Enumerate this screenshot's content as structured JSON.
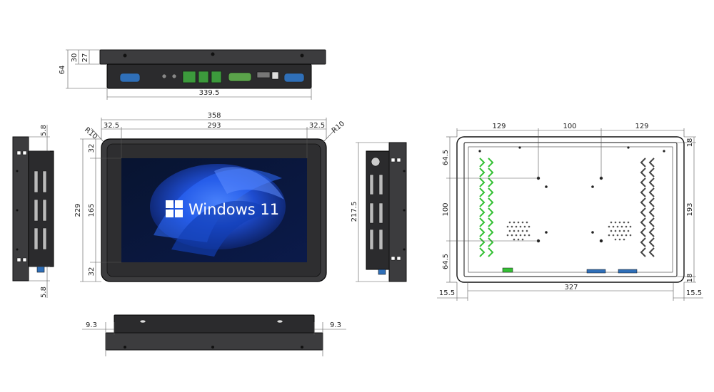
{
  "screen": {
    "logo_text": "Windows 11"
  },
  "colors": {
    "body": "#3c3c3e",
    "bezel": "#2b2b2d",
    "screen_bg": "#0b1a4a",
    "bloom": "#1f4fd8",
    "vent": "#35c035",
    "port_blue": "#2f6fb8"
  },
  "dims": {
    "top": {
      "h_total": "64",
      "h_upper": "30",
      "h_flange": "27",
      "width": "339.5"
    },
    "front": {
      "width_total": "358",
      "width_screen": "293",
      "margin_left": "32.5",
      "margin_right": "32.5",
      "radius_left": "R10",
      "radius_right": "R10",
      "height_total": "229",
      "height_screen": "165",
      "margin_top": "32",
      "margin_bottom": "32"
    },
    "left_side": {
      "top": "5.8",
      "bottom": "5.8"
    },
    "right_side": {
      "height": "217.5"
    },
    "bottom": {
      "left": "9.3",
      "right": "9.3"
    },
    "rear": {
      "w_left": "129",
      "w_mid": "100",
      "w_right": "129",
      "h_top": "64.5",
      "h_mid": "100",
      "h_bot": "64.5",
      "h_vesa": "193",
      "r_top": "18",
      "r_bot": "18",
      "width": "327",
      "margin_left": "15.5",
      "margin_right": "15.5"
    }
  }
}
